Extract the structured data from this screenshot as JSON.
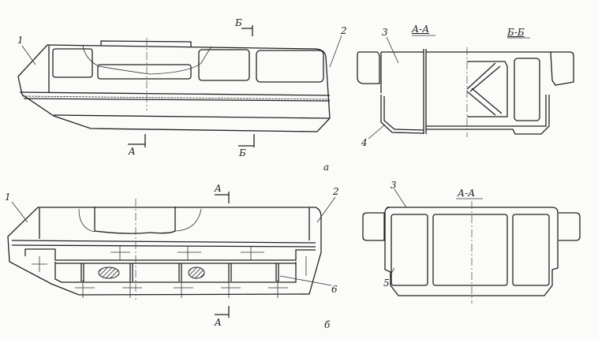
{
  "view_a": {
    "side": {
      "label_1": "1",
      "label_2": "2",
      "section_a": "A",
      "section_b_top": "Б",
      "section_b_bottom": "Б"
    },
    "sections": {
      "title_aa": "А-А",
      "title_bb": "Б-Б",
      "label_3": "3",
      "label_4": "4"
    },
    "caption": "а"
  },
  "view_b": {
    "side": {
      "label_1": "1",
      "label_2": "2",
      "label_6": "6",
      "section_a_top": "A",
      "section_a_bottom": "A"
    },
    "section": {
      "title_aa": "А-А",
      "label_3": "3",
      "label_5": "5"
    },
    "caption": "б"
  }
}
